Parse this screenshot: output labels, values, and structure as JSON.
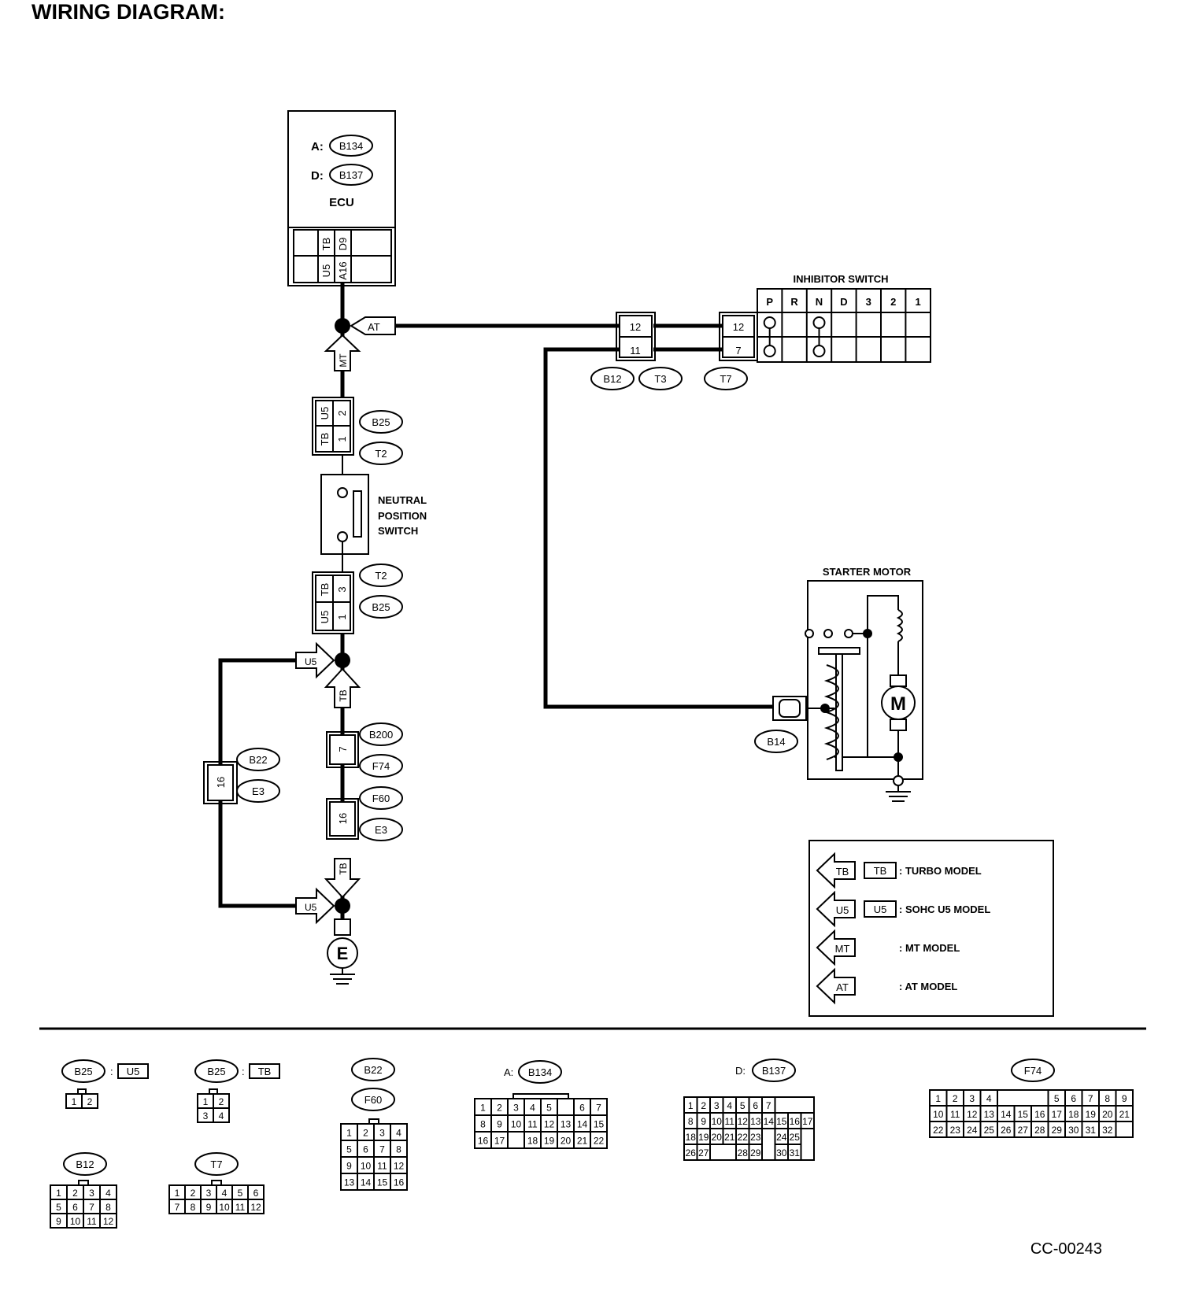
{
  "title": "WIRING DIAGRAM:",
  "figure_code": "CC-00243",
  "ecu": {
    "line_a": "A:",
    "conn_a": "B134",
    "line_d": "D:",
    "conn_d": "B137",
    "label": "ECU",
    "pins_top": [
      "TB",
      "D9"
    ],
    "pins_bottom": [
      "U5",
      "A16"
    ]
  },
  "inhibitor_switch": {
    "label": "INHIBITOR SWITCH",
    "positions": [
      "P",
      "R",
      "N",
      "D",
      "3",
      "2",
      "1"
    ],
    "pins": [
      "12",
      "7"
    ]
  },
  "joint_connector": {
    "pins": [
      "12",
      "11"
    ],
    "tags": [
      "B12",
      "T3"
    ],
    "tag_t7": "T7"
  },
  "neutral_switch": {
    "label_lines": [
      "NEUTRAL",
      "POSITION",
      "SWITCH"
    ],
    "top_conn": {
      "rows": [
        [
          "U5",
          "2"
        ],
        [
          "TB",
          "1"
        ]
      ],
      "tags": [
        "B25",
        "T2"
      ]
    },
    "bottom_conn": {
      "rows": [
        [
          "TB",
          "3"
        ],
        [
          "U5",
          "1"
        ]
      ],
      "tags": [
        "T2",
        "B25"
      ]
    }
  },
  "arrows": {
    "at": "AT",
    "mt": "MT",
    "u5": "U5",
    "tb": "TB"
  },
  "mid_connectors": {
    "c7": {
      "pin": "7",
      "tags": [
        "B200",
        "F74"
      ]
    },
    "c16": {
      "pin": "16",
      "tags": [
        "F60",
        "E3"
      ]
    },
    "left16": {
      "pin": "16",
      "tags": [
        "B22",
        "E3"
      ]
    }
  },
  "ground": "E",
  "starter_motor": {
    "label": "STARTER MOTOR",
    "motor": "M",
    "conn": "B14"
  },
  "legend": [
    {
      "arrow": "TB",
      "box": "TB",
      "text": ": TURBO MODEL"
    },
    {
      "arrow": "U5",
      "box": "U5",
      "text": ": SOHC U5 MODEL"
    },
    {
      "arrow": "MT",
      "box": "",
      "text": ": MT MODEL"
    },
    {
      "arrow": "AT",
      "box": "",
      "text": ": AT MODEL"
    }
  ],
  "connector_views": {
    "b25_u5": {
      "conn": "B25",
      "variant": "U5",
      "pins": [
        "1",
        "2"
      ]
    },
    "b25_tb": {
      "conn": "B25",
      "variant": "TB",
      "pins": [
        "1",
        "2",
        "3",
        "4"
      ]
    },
    "b22_f60": {
      "conns": [
        "B22",
        "F60"
      ],
      "pins": [
        "1",
        "2",
        "3",
        "4",
        "5",
        "6",
        "7",
        "8",
        "9",
        "10",
        "11",
        "12",
        "13",
        "14",
        "15",
        "16"
      ]
    },
    "b134": {
      "prefix": "A:",
      "conn": "B134",
      "rows": [
        [
          "1",
          "2",
          "3",
          "4",
          "5",
          "",
          "6",
          "7"
        ],
        [
          "8",
          "9",
          "10",
          "11",
          "12",
          "13",
          "14",
          "15"
        ],
        [
          "16",
          "17",
          "",
          "18",
          "19",
          "20",
          "21",
          "22"
        ]
      ]
    },
    "b137": {
      "prefix": "D:",
      "conn": "B137",
      "rows": [
        [
          "1",
          "2",
          "3",
          "4",
          "5",
          "6",
          "7"
        ],
        [
          "8",
          "9",
          "10",
          "11",
          "12",
          "13",
          "14",
          "15",
          "16",
          "17"
        ],
        [
          "18",
          "19",
          "20",
          "21",
          "22",
          "23",
          "",
          "24",
          "25"
        ],
        [
          "26",
          "27",
          "",
          "",
          "28",
          "29",
          "",
          "30",
          "31"
        ]
      ]
    },
    "f74": {
      "conn": "F74",
      "rows": [
        [
          "1",
          "2",
          "3",
          "4",
          "",
          "",
          "",
          "5",
          "6",
          "7",
          "8",
          "9"
        ],
        [
          "10",
          "11",
          "12",
          "13",
          "14",
          "15",
          "16",
          "17",
          "18",
          "19",
          "20",
          "21"
        ],
        [
          "22",
          "23",
          "24",
          "25",
          "26",
          "27",
          "28",
          "29",
          "30",
          "31",
          "32"
        ]
      ]
    },
    "b12": {
      "conn": "B12",
      "pins": [
        "1",
        "2",
        "3",
        "4",
        "5",
        "6",
        "7",
        "8",
        "9",
        "10",
        "11",
        "12"
      ]
    },
    "t7": {
      "conn": "T7",
      "pins": [
        "1",
        "2",
        "3",
        "4",
        "5",
        "6",
        "7",
        "8",
        "9",
        "10",
        "11",
        "12"
      ]
    }
  }
}
